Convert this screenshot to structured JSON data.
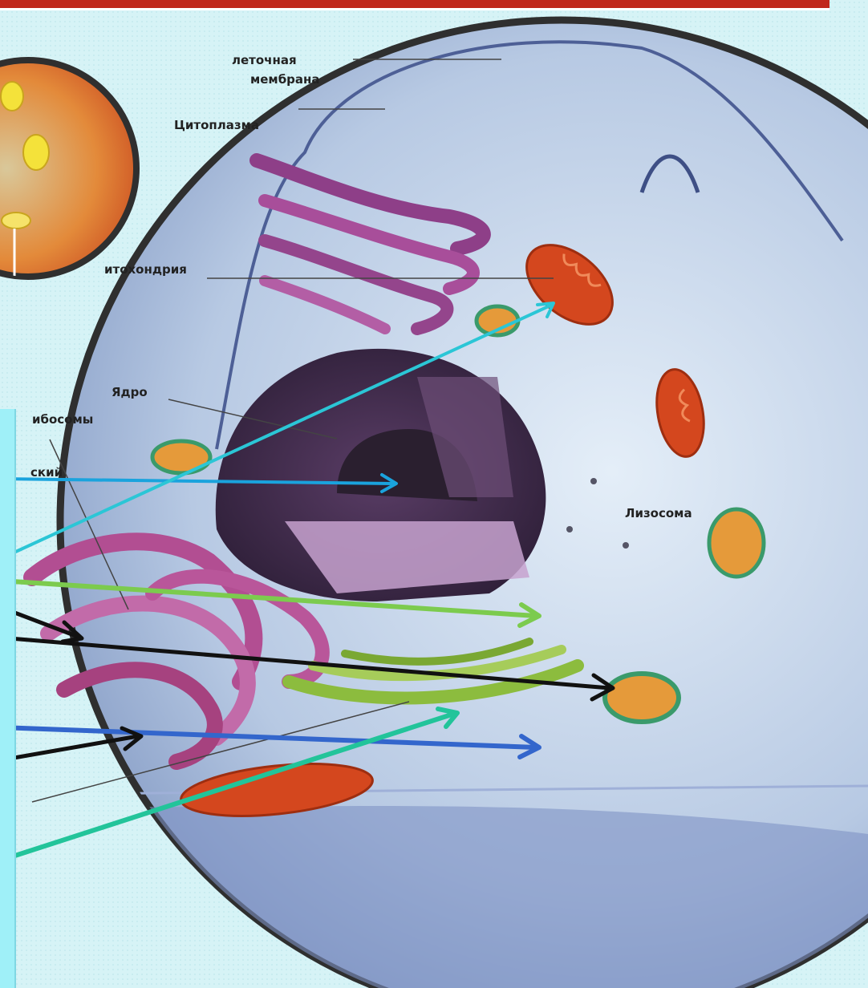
{
  "colors": {
    "background": "#d6f3f6",
    "banner": "#c0271b",
    "arrow_nucleolus": "#1aa3dd",
    "arrow_mitochondria": "#2bc6d6",
    "arrow_cytoplasm": "#7ccb4e",
    "arrow_black": "#111111",
    "arrow_lysosome": "#3366cc",
    "arrow_golgi": "#22c49a"
  },
  "labels": {
    "membrane_line1": "леточная",
    "membrane_line2": "мембрана",
    "cytoplasm": "Цитоплазма",
    "mitochondria": "итохондрия",
    "nucleus": "Ядро",
    "ribosomes": "ибосомы",
    "reticulum": "ский",
    "lysosome": "Лизосома"
  }
}
